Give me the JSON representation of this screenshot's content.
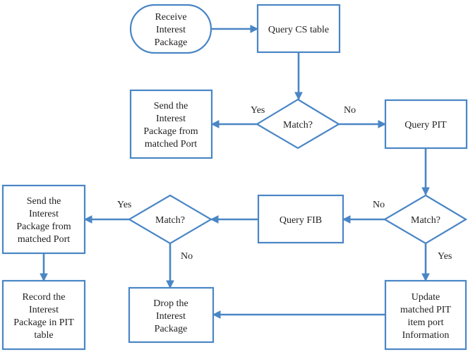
{
  "nodes": {
    "receive": {
      "lines": [
        "Receive",
        "Interest",
        "Package"
      ]
    },
    "query_cs": {
      "lines": [
        "Query CS table"
      ]
    },
    "match_cs": {
      "lines": [
        "Match?"
      ]
    },
    "send_cs": {
      "lines": [
        "Send the",
        "Interest",
        "Package from",
        "matched Port"
      ]
    },
    "query_pit": {
      "lines": [
        "Query PIT"
      ]
    },
    "match_pit": {
      "lines": [
        "Match?"
      ]
    },
    "query_fib": {
      "lines": [
        "Query FIB"
      ]
    },
    "match_fib": {
      "lines": [
        "Match?"
      ]
    },
    "send_fib": {
      "lines": [
        "Send the",
        "Interest",
        "Package from",
        "matched Port"
      ]
    },
    "record_pit": {
      "lines": [
        "Record the",
        "Interest",
        "Package in PIT",
        "table"
      ]
    },
    "drop": {
      "lines": [
        "Drop the",
        "Interest",
        "Package"
      ]
    },
    "update_pit": {
      "lines": [
        "Update",
        "matched PIT",
        "item port",
        "Information"
      ]
    }
  },
  "edge_labels": {
    "cs_yes": "Yes",
    "cs_no": "No",
    "pit_no": "No",
    "pit_yes": "Yes",
    "fib_yes": "Yes",
    "fib_no": "No"
  }
}
